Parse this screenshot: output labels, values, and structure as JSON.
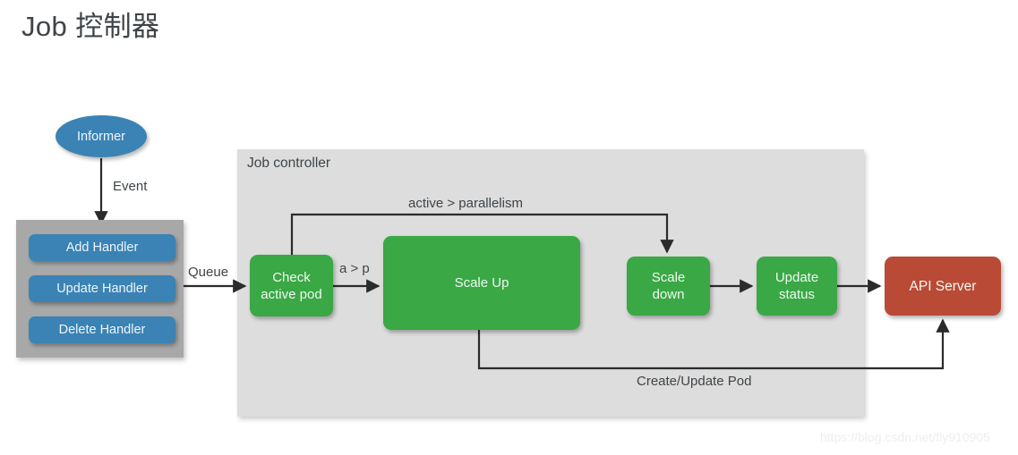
{
  "page": {
    "title": "Job 控制器",
    "watermark": "https://blog.csdn.net/fly910905",
    "background": "#ffffff"
  },
  "colors": {
    "informer_blue": "#3a83b4",
    "handler_blue": "#3a83b4",
    "handler_panel_gray": "#a8a8a8",
    "controller_panel_gray": "#dddddd",
    "process_green": "#39a845",
    "api_server_red": "#b94a35",
    "edge_black": "#2b2b2b",
    "text_dark": "#3f4448",
    "text_light": "#f2f8f3"
  },
  "diagram": {
    "informer": {
      "label": "Informer",
      "shape": "ellipse"
    },
    "handlers_panel": {
      "name": "event-handlers",
      "items": [
        {
          "label": "Add Handler"
        },
        {
          "label": "Update Handler"
        },
        {
          "label": "Delete Handler"
        }
      ]
    },
    "job_controller": {
      "title": "Job controller",
      "nodes": [
        {
          "id": "check-active-pod",
          "label": "Check\nactive pod",
          "color": "green"
        },
        {
          "id": "scale-up",
          "label": "Scale Up",
          "color": "green"
        },
        {
          "id": "scale-down",
          "label": "Scale\ndown",
          "color": "green"
        },
        {
          "id": "update-status",
          "label": "Update\nstatus",
          "color": "green"
        }
      ]
    },
    "api_server": {
      "label": "API Server",
      "color": "red"
    },
    "edges": [
      {
        "id": "event",
        "label": "Event",
        "from": "informer",
        "to": "handlers-panel"
      },
      {
        "id": "queue",
        "label": "Queue",
        "from": "handlers-panel",
        "to": "check-active-pod"
      },
      {
        "id": "a-gt-p",
        "label": "a > p",
        "from": "check-active-pod",
        "to": "scale-up"
      },
      {
        "id": "active-parallelism",
        "label": "active > parallelism",
        "from": "check-active-pod",
        "to": "scale-down"
      },
      {
        "id": "scale-down-update",
        "label": "",
        "from": "scale-down",
        "to": "update-status"
      },
      {
        "id": "update-apiserver",
        "label": "",
        "from": "update-status",
        "to": "api-server"
      },
      {
        "id": "create-update-pod",
        "label": "Create/Update  Pod",
        "from": "scale-up",
        "to": "api-server"
      }
    ]
  }
}
